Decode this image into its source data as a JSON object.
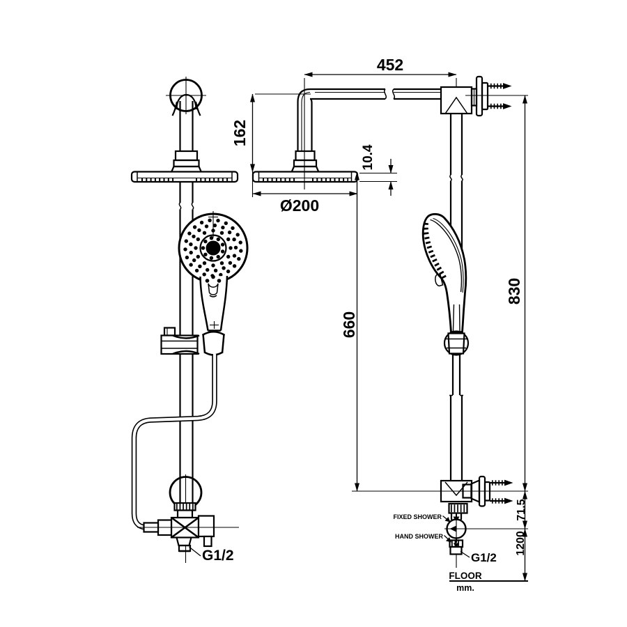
{
  "colors": {
    "background": "#ffffff",
    "ink": "#000000"
  },
  "dimensions": {
    "arm_width": {
      "label": "452"
    },
    "arm_drop": {
      "label": "162"
    },
    "head_thickness": {
      "label": "10.4"
    },
    "head_diameter": {
      "label": "Ø200"
    },
    "bar_length": {
      "label": "660"
    },
    "riser_height": {
      "label": "830"
    },
    "inlet_offset": {
      "label": "71.5"
    },
    "inlet_height": {
      "label": "1200"
    }
  },
  "callouts": {
    "fixed_shower": "FIXED SHOWER",
    "hand_shower": "HAND SHOWER",
    "thread_front": "G1/2",
    "thread_side": "G1/2",
    "floor": "FLOOR",
    "units": "mm."
  }
}
